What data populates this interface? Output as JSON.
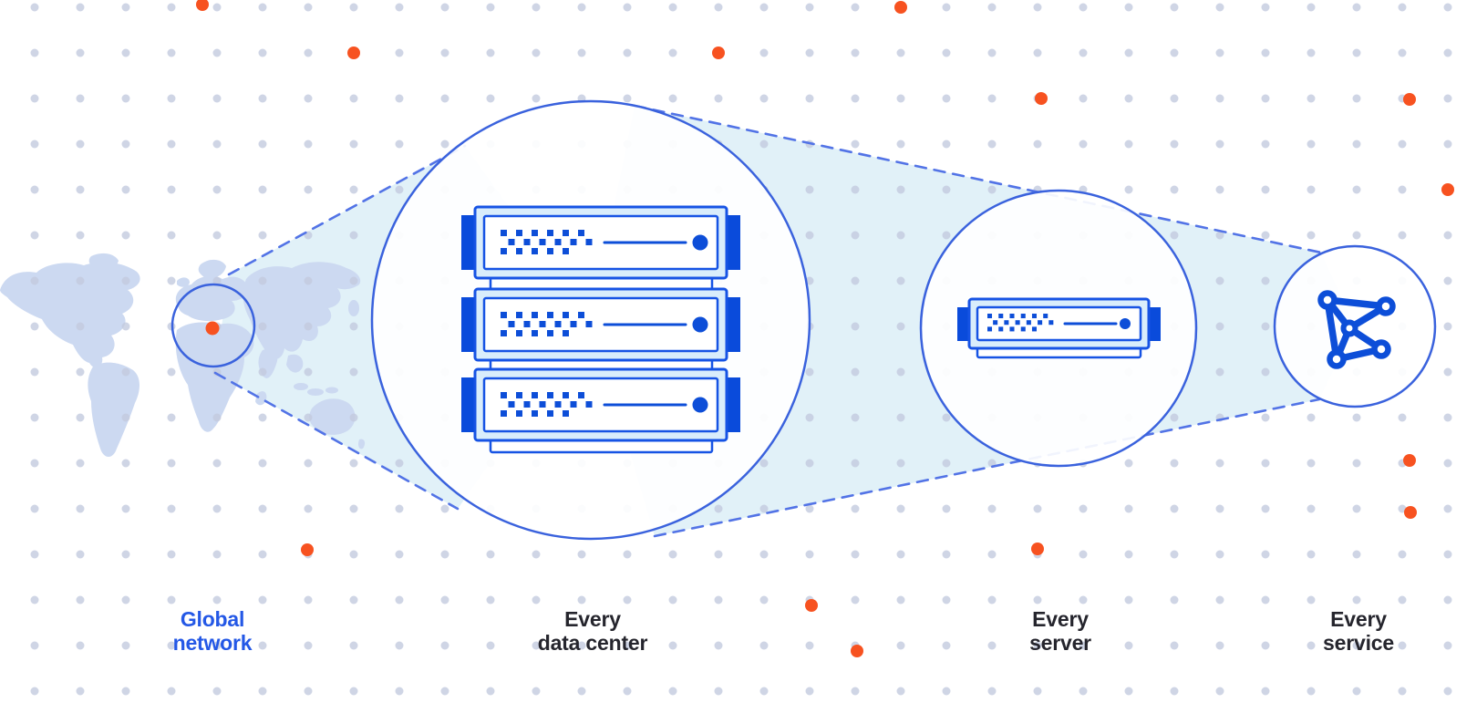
{
  "diagram": {
    "stages": [
      {
        "key": "global-network",
        "lines": [
          "Global",
          "network"
        ]
      },
      {
        "key": "every-data-center",
        "lines": [
          "Every",
          "data center"
        ]
      },
      {
        "key": "every-server",
        "lines": [
          "Every",
          "server"
        ]
      },
      {
        "key": "every-service",
        "lines": [
          "Every",
          "service"
        ]
      }
    ],
    "icons": [
      {
        "name": "world-map"
      },
      {
        "name": "location-marker-dot"
      },
      {
        "name": "server-rack-stack"
      },
      {
        "name": "server-unit"
      },
      {
        "name": "network-mesh-icon"
      }
    ],
    "colors": {
      "accent_blue": "#3a62dd",
      "dash_blue": "#5273e6",
      "icon_blue": "#0d4ed8",
      "icon_stroke_blue": "#1653e4",
      "icon_fill_light": "#d9edfb",
      "tab_blue": "#0a4bdb",
      "label_blue": "#2458e6",
      "label_dark": "#25252d",
      "orange": "#f75220",
      "wedge_cyan": "#e1f1f8",
      "map_land": "#ccd9f1",
      "grid_dot": "#c3cade"
    }
  }
}
